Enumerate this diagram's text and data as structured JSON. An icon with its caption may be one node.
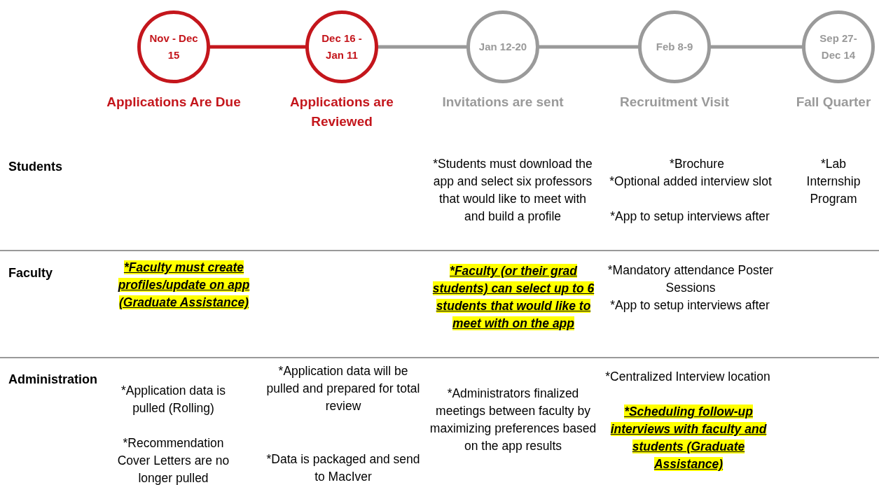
{
  "diagram": {
    "nodes": [
      {
        "text": [
          "Nov - Dec 15"
        ],
        "beside": [
          "Applications Are Due"
        ]
      },
      {
        "text": [
          "Dec 16 - Jan 11"
        ],
        "beside": [
          "Applications are Reviewed"
        ]
      },
      {
        "text": [
          "Jan 12-20"
        ],
        "beside": [
          "Invitations are sent"
        ]
      },
      {
        "text": [
          "Feb 8-9"
        ],
        "beside": [
          "Recruitment Visit"
        ]
      },
      {
        "text": [
          "Sep 27-Dec 14"
        ],
        "beside": [
          "Fall Quarter"
        ]
      }
    ],
    "edges": [
      {
        "from": 0,
        "to": 1,
        "arrow": "none",
        "color": "#c4161c"
      },
      {
        "from": 1,
        "to": 2,
        "arrow": "none"
      },
      {
        "from": 2,
        "to": 3,
        "arrow": "none"
      },
      {
        "from": 3,
        "to": 4,
        "arrow": "none"
      }
    ],
    "labels": [
      "Students",
      "*Students must download the app and select six professors that would like to meet with and build a profile",
      "*Brochure",
      "*Optional added interview slot",
      "*App to setup interviews after",
      "*Lab Internship Program",
      "Faculty",
      "*Faculty must create profiles/update on app (Graduate Assistance)",
      "*Faculty (or their grad students) can select up to 6 students that would like to meet with on the app",
      "*Mandatory attendance Poster Sessions",
      "*App to setup interviews after",
      "Administration",
      "*Application data is pulled (Rolling)",
      "*Recommendation Cover Letters are no longer pulled",
      "*Application data will be pulled and prepared for total review",
      "*Data is packaged and send to MacIver",
      "*Administrators finalized meetings between faculty by maximizing preferences based on the app results",
      "*Centralized Interview location",
      "*Scheduling follow-up interviews with faculty and students (Graduate Assistance)"
    ]
  }
}
